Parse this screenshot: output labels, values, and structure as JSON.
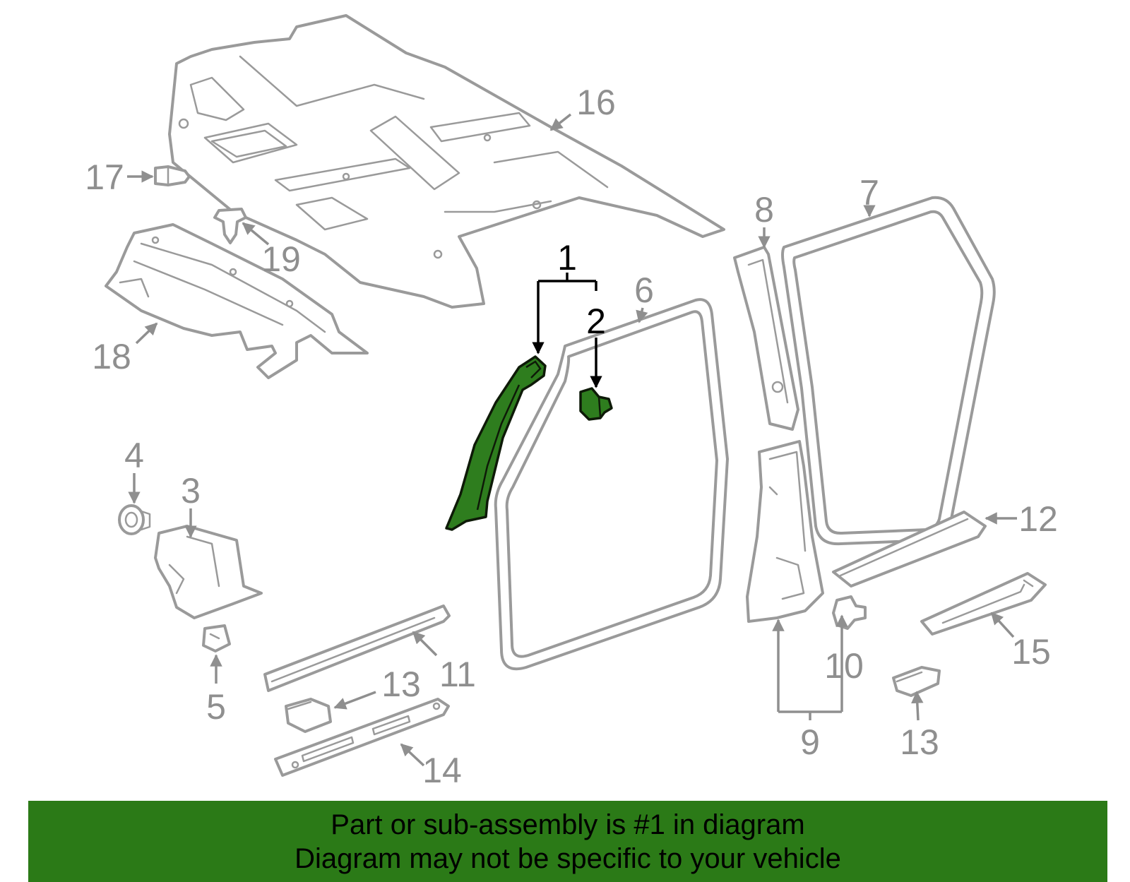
{
  "callouts": {
    "c1": "1",
    "c2": "2",
    "c3": "3",
    "c4": "4",
    "c5": "5",
    "c6": "6",
    "c7": "7",
    "c8": "8",
    "c9": "9",
    "c10": "10",
    "c11": "11",
    "c12": "12",
    "c13a": "13",
    "c13b": "13",
    "c14": "14",
    "c15": "15",
    "c16": "16",
    "c17": "17",
    "c18": "18",
    "c19": "19"
  },
  "highlighted_parts": [
    "1",
    "2"
  ],
  "colors": {
    "highlight": "#2e7d1e",
    "banner": "#2b7a17",
    "line_art": "#9a9a9a"
  },
  "banner": {
    "line1": "Part or sub-assembly is #1 in diagram",
    "line2": "Diagram may not be specific to your vehicle"
  }
}
